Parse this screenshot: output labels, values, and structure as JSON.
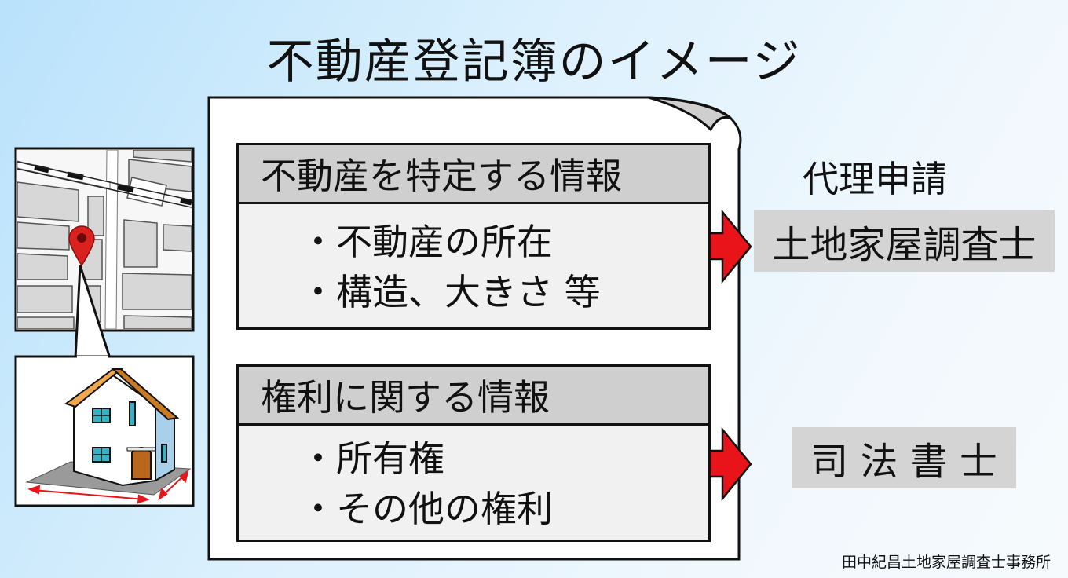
{
  "title": "不動産登記簿のイメージ",
  "section_property": {
    "header": "不動産を特定する情報",
    "items": [
      "・不動産の所在",
      "・構造、大きさ 等"
    ]
  },
  "section_rights": {
    "header": "権利に関する情報",
    "items": [
      "・所有権",
      "・その他の権利"
    ]
  },
  "agency_label": "代理申請",
  "roles": {
    "land_surveyor": "土地家屋調査士",
    "judicial_scrivener": "司 法 書 士"
  },
  "footer": "田中紀昌土地家屋調査士事務所",
  "colors": {
    "arrow": "#e8141a",
    "header_fill": "#cfcfcf",
    "body_fill": "#f1f1f1",
    "role_fill": "#d4d4d4",
    "pin": "#d9221f",
    "house_window": "#33b3c6",
    "house_door": "#b8671c"
  },
  "icons": [
    "map-illustration",
    "location-pin-icon",
    "house-illustration",
    "right-arrow-icon"
  ]
}
